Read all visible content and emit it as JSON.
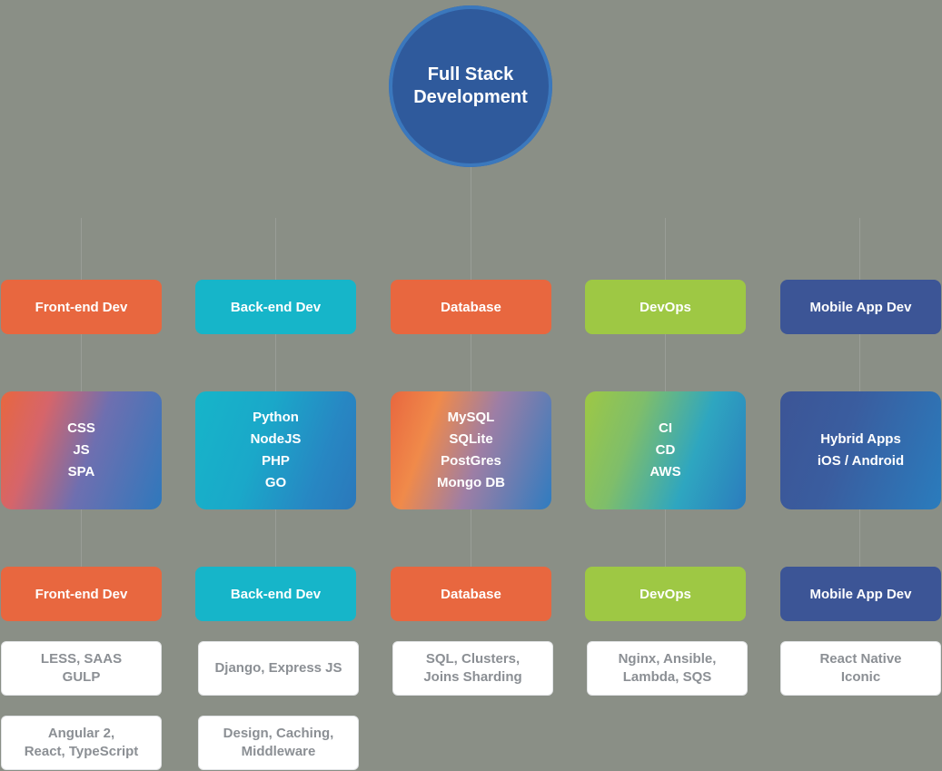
{
  "root": {
    "line1": "Full Stack",
    "line2": "Development"
  },
  "columns": [
    {
      "header": "Front-end Dev",
      "techs": [
        "CSS",
        "JS",
        "SPA"
      ],
      "subheader": "Front-end Dev",
      "cards": [
        [
          "LESS, SAAS",
          "GULP"
        ],
        [
          "Angular 2,",
          "React, TypeScript"
        ]
      ]
    },
    {
      "header": "Back-end Dev",
      "techs": [
        "Python",
        "NodeJS",
        "PHP",
        "GO"
      ],
      "subheader": "Back-end Dev",
      "cards": [
        [
          "Django, Express JS"
        ],
        [
          "Design, Caching,",
          "Middleware"
        ]
      ]
    },
    {
      "header": "Database",
      "techs": [
        "MySQL",
        "SQLite",
        "PostGres",
        "Mongo DB"
      ],
      "subheader": "Database",
      "cards": [
        [
          "SQL, Clusters,",
          "Joins Sharding"
        ]
      ]
    },
    {
      "header": "DevOps",
      "techs": [
        "CI",
        "CD",
        "AWS"
      ],
      "subheader": "DevOps",
      "cards": [
        [
          "Nginx, Ansible,",
          "Lambda, SQS"
        ]
      ]
    },
    {
      "header": "Mobile App Dev",
      "techs": [
        "Hybrid Apps",
        "iOS / Android"
      ],
      "subheader": "Mobile App Dev",
      "cards": [
        [
          "React Native",
          "Iconic"
        ]
      ]
    }
  ]
}
